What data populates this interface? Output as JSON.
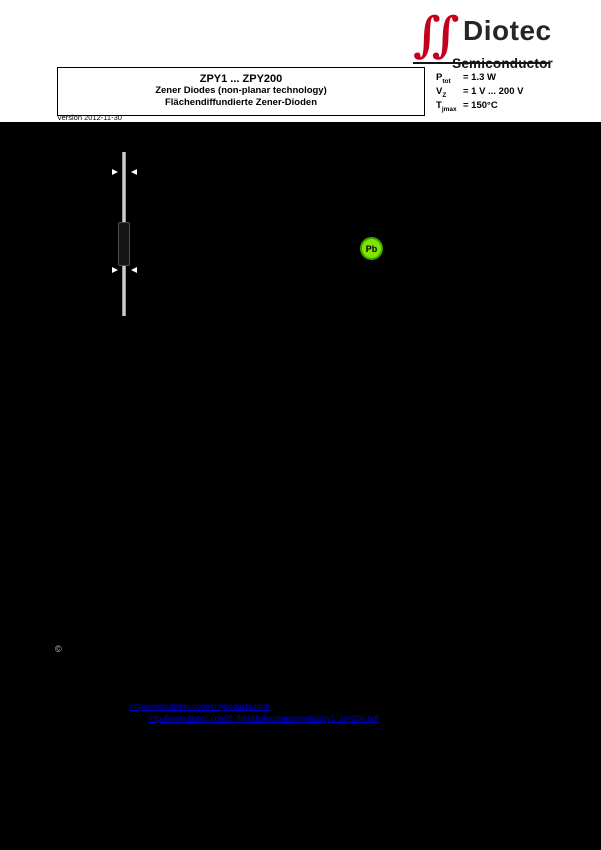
{
  "logo": {
    "glyph": "∬",
    "brand": "Diotec",
    "subtitle": "Semiconductor"
  },
  "header": {
    "title": "ZPY1 ... ZPY200",
    "subtitle_en": "Zener Diodes (non-planar technology)",
    "subtitle_de": "Flächendiffundierte Zener-Dioden"
  },
  "params": [
    {
      "sym": "P",
      "sub": "tot",
      "val": "= 1.3 W"
    },
    {
      "sym": "V",
      "sub": "Z",
      "val": "= 1 V ... 200 V"
    },
    {
      "sym": "T",
      "sub": "jmax",
      "val": "= 150°C"
    }
  ],
  "version": "Version 2012-11-30",
  "package": {
    "pb_label": "Pb"
  },
  "stray_mark": "©",
  "links": [
    "http://www.diotec.com/en/products.html",
    "http://www.diotec.com/tl_files/diotec/datasheets/zpy1_zpy200.pdf"
  ],
  "colors": {
    "brand_red": "#c4001e",
    "pb_green": "#7fe400",
    "link_blue": "#0000c8",
    "page_background": "#000000",
    "band_background": "#ffffff"
  }
}
